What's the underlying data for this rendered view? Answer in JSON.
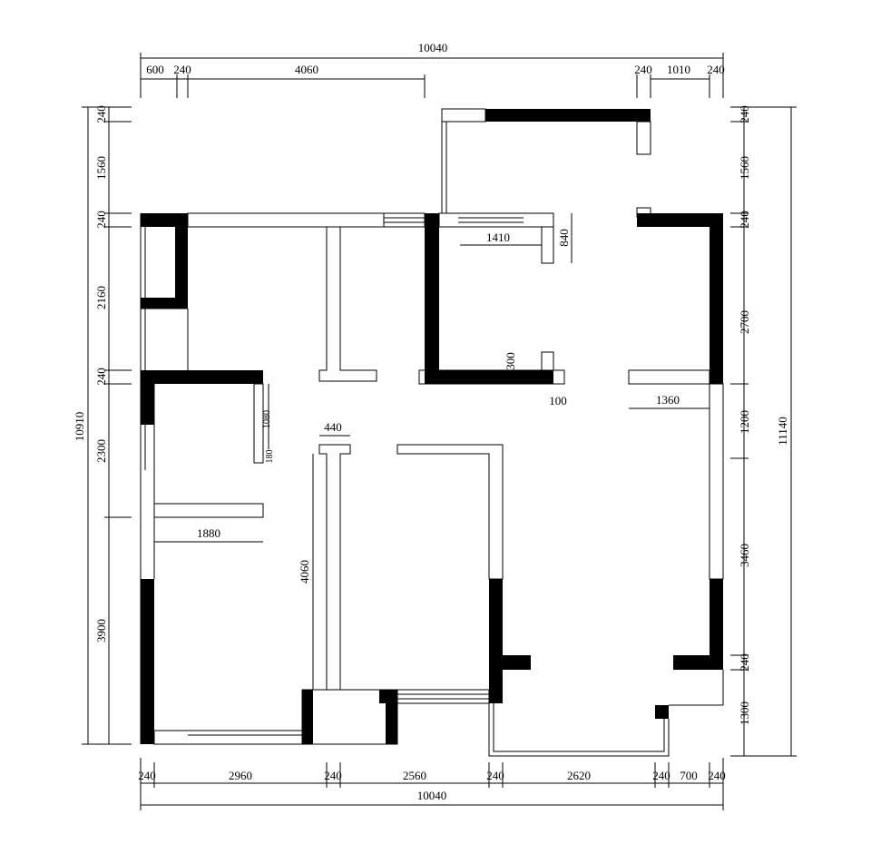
{
  "plan": {
    "top_total": "10040",
    "top_segments": [
      "600",
      "240",
      "4060",
      "240",
      "1010",
      "240"
    ],
    "bottom_segments": [
      "240",
      "2960",
      "240",
      "2560",
      "240",
      "2620",
      "240",
      "700",
      "240"
    ],
    "bottom_total": "10040",
    "left_total": "10910",
    "left_segments": [
      "240",
      "1560",
      "240",
      "2160",
      "240",
      "2300",
      "3900"
    ],
    "right_total": "11140",
    "right_segments": [
      "240",
      "1560",
      "240",
      "2700",
      "1200",
      "3460",
      "240",
      "1300"
    ],
    "interior": {
      "d1410": "1410",
      "d840": "840",
      "d300": "300",
      "d100": "100",
      "d1360": "1360",
      "d1080": "1080",
      "d180": "180",
      "d440": "440",
      "d1880": "1880",
      "d4060": "4060"
    }
  }
}
